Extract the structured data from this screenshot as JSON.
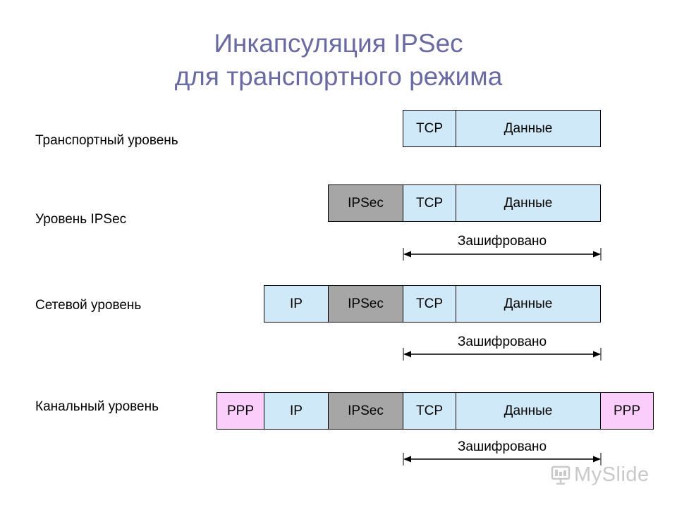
{
  "title": {
    "line1": "Инкапсуляция IPSec",
    "line2": "для транспортного режима"
  },
  "layers": {
    "transport": {
      "label": "Транспортный уровень",
      "cells": {
        "tcp": "TCP",
        "data": "Данные"
      }
    },
    "ipsec": {
      "label": "Уровень IPSec",
      "cells": {
        "ipsec": "IPSec",
        "tcp": "TCP",
        "data": "Данные"
      },
      "encrypted": "Зашифровано"
    },
    "network": {
      "label": "Сетевой уровень",
      "cells": {
        "ip": "IP",
        "ipsec": "IPSec",
        "tcp": "TCP",
        "data": "Данные"
      },
      "encrypted": "Зашифровано"
    },
    "link": {
      "label": "Канальный уровень",
      "cells": {
        "ppp_head": "PPP",
        "ip": "IP",
        "ipsec": "IPSec",
        "tcp": "TCP",
        "data": "Данные",
        "ppp_tail": "PPP"
      },
      "encrypted": "Зашифровано"
    }
  },
  "watermark": {
    "text": "MySlide",
    "icon": "presentation-board-icon"
  },
  "colors": {
    "title": "#6a6aa3",
    "data_fill": "#cfe9f8",
    "ipsec_fill": "#a6a6a6",
    "ppp_fill": "#fbcdfb"
  }
}
